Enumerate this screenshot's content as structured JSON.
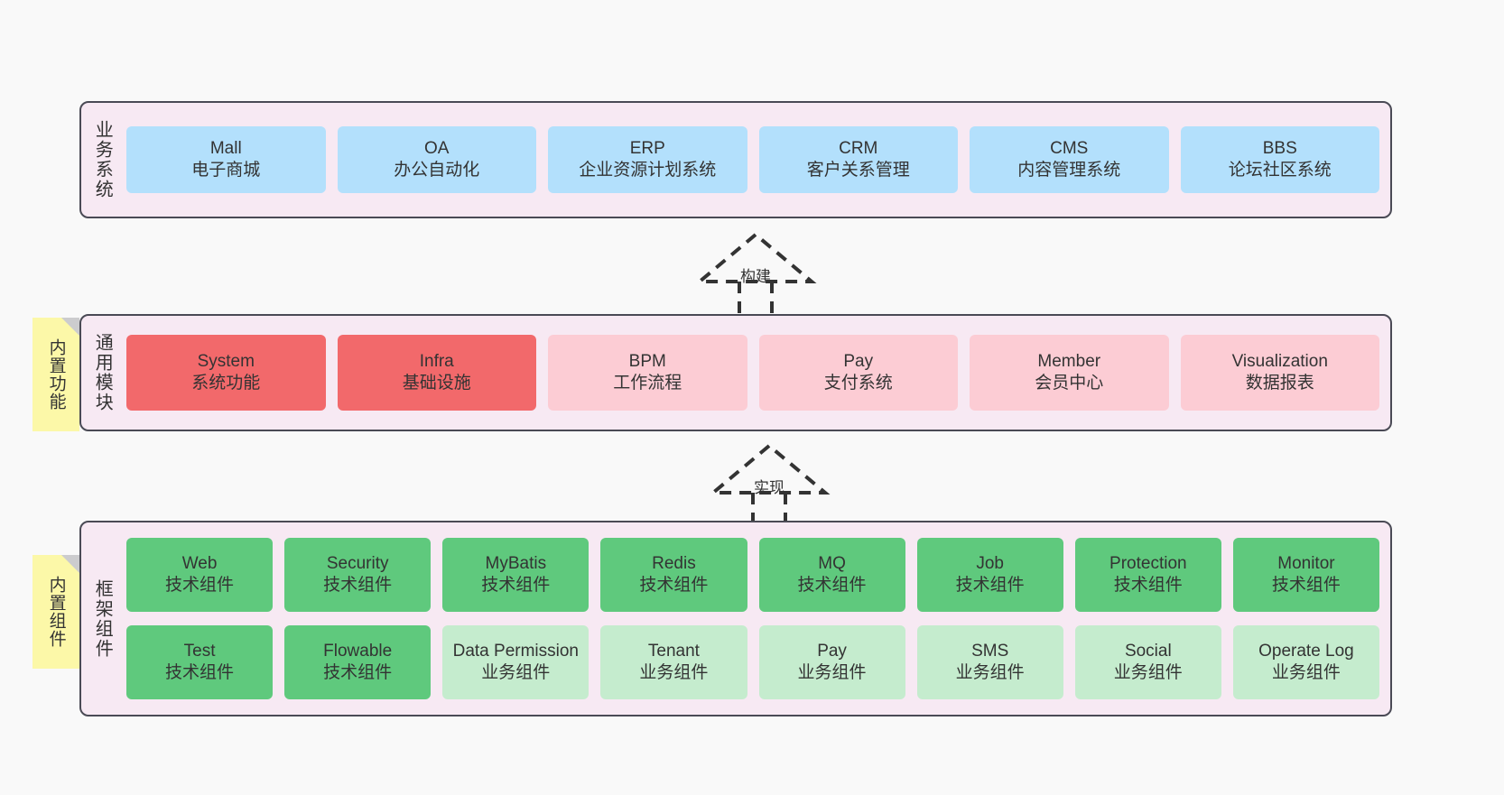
{
  "diagram": {
    "background": "#f9f9f9",
    "panel_bg": "#f7e9f3",
    "panel_border": "#4a4a55",
    "note_bg": "#fcf8a8",
    "note_fold": "#ccccce"
  },
  "layers": [
    {
      "id": "business",
      "title": "业务系统",
      "rows": [
        {
          "cells": [
            {
              "en": "Mall",
              "cn": "电子商城",
              "color": "#b3e0fc"
            },
            {
              "en": "OA",
              "cn": "办公自动化",
              "color": "#b3e0fc"
            },
            {
              "en": "ERP",
              "cn": "企业资源计划系统",
              "color": "#b3e0fc"
            },
            {
              "en": "CRM",
              "cn": "客户关系管理",
              "color": "#b3e0fc"
            },
            {
              "en": "CMS",
              "cn": "内容管理系统",
              "color": "#b3e0fc"
            },
            {
              "en": "BBS",
              "cn": "论坛社区系统",
              "color": "#b3e0fc"
            }
          ]
        }
      ]
    },
    {
      "id": "common",
      "title": "通用模块",
      "note": "内置功能",
      "rows": [
        {
          "cells": [
            {
              "en": "System",
              "cn": "系统功能",
              "color": "#f2696b"
            },
            {
              "en": "Infra",
              "cn": "基础设施",
              "color": "#f2696b"
            },
            {
              "en": "BPM",
              "cn": "工作流程",
              "color": "#fcccd4"
            },
            {
              "en": "Pay",
              "cn": "支付系统",
              "color": "#fcccd4"
            },
            {
              "en": "Member",
              "cn": "会员中心",
              "color": "#fcccd4"
            },
            {
              "en": "Visualization",
              "cn": "数据报表",
              "color": "#fcccd4"
            }
          ]
        }
      ]
    },
    {
      "id": "frame",
      "title": "框架组件",
      "note": "内置组件",
      "rows": [
        {
          "cells": [
            {
              "en": "Web",
              "cn": "技术组件",
              "color": "#5fc97d"
            },
            {
              "en": "Security",
              "cn": "技术组件",
              "color": "#5fc97d"
            },
            {
              "en": "MyBatis",
              "cn": "技术组件",
              "color": "#5fc97d"
            },
            {
              "en": "Redis",
              "cn": "技术组件",
              "color": "#5fc97d"
            },
            {
              "en": "MQ",
              "cn": "技术组件",
              "color": "#5fc97d"
            },
            {
              "en": "Job",
              "cn": "技术组件",
              "color": "#5fc97d"
            },
            {
              "en": "Protection",
              "cn": "技术组件",
              "color": "#5fc97d"
            },
            {
              "en": "Monitor",
              "cn": "技术组件",
              "color": "#5fc97d"
            }
          ]
        },
        {
          "cells": [
            {
              "en": "Test",
              "cn": "技术组件",
              "color": "#5fc97d"
            },
            {
              "en": "Flowable",
              "cn": "技术组件",
              "color": "#5fc97d"
            },
            {
              "en": "Data Permission",
              "cn": "业务组件",
              "color": "#c5ecce"
            },
            {
              "en": "Tenant",
              "cn": "业务组件",
              "color": "#c5ecce"
            },
            {
              "en": "Pay",
              "cn": "业务组件",
              "color": "#c5ecce"
            },
            {
              "en": "SMS",
              "cn": "业务组件",
              "color": "#c5ecce"
            },
            {
              "en": "Social",
              "cn": "业务组件",
              "color": "#c5ecce"
            },
            {
              "en": "Operate Log",
              "cn": "业务组件",
              "color": "#c5ecce"
            }
          ]
        }
      ]
    }
  ],
  "arrows": [
    {
      "id": "build",
      "label": "构建",
      "style": "dashed-hollow-triangle",
      "direction": "up"
    },
    {
      "id": "realize",
      "label": "实现",
      "style": "dashed-hollow-triangle",
      "direction": "up"
    }
  ]
}
